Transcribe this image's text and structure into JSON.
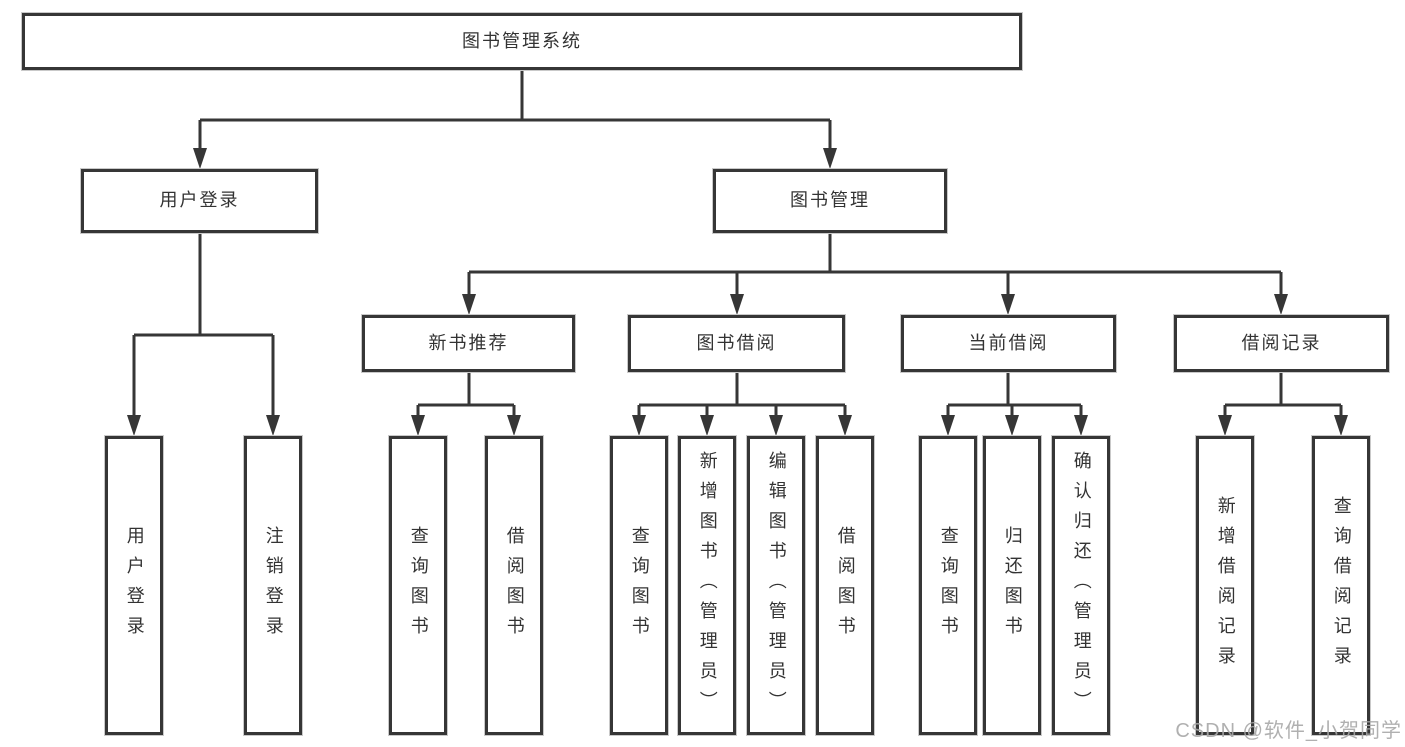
{
  "tree": {
    "label": "图书管理系统",
    "children": [
      {
        "label": "用户登录",
        "children": [
          {
            "label": "用户登录"
          },
          {
            "label": "注销登录"
          }
        ]
      },
      {
        "label": "图书管理",
        "children": [
          {
            "label": "新书推荐",
            "children": [
              {
                "label": "查询图书"
              },
              {
                "label": "借阅图书"
              }
            ]
          },
          {
            "label": "图书借阅",
            "children": [
              {
                "label": "查询图书"
              },
              {
                "label": "新增图书（管理员）"
              },
              {
                "label": "编辑图书（管理员）"
              },
              {
                "label": "借阅图书"
              }
            ]
          },
          {
            "label": "当前借阅",
            "children": [
              {
                "label": "查询图书"
              },
              {
                "label": "归还图书"
              },
              {
                "label": "确认归还（管理员）"
              }
            ]
          },
          {
            "label": "借阅记录",
            "children": [
              {
                "label": "新增借阅记录"
              },
              {
                "label": "查询借阅记录"
              }
            ]
          }
        ]
      }
    ]
  },
  "watermark": {
    "text": "CSDN @软件_小贺同学"
  },
  "colors": {
    "line": "#363636",
    "box_border": "#363636",
    "text": "#333333",
    "background": "#ffffff",
    "watermark": "#a8a8a8"
  }
}
